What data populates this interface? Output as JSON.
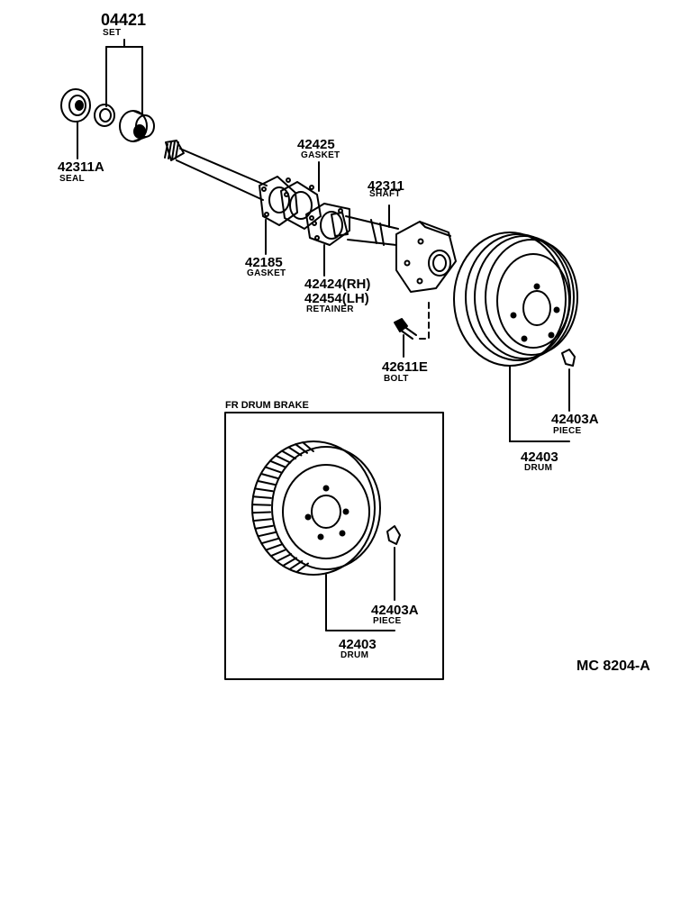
{
  "parts": {
    "set": {
      "number": "04421",
      "name": "SET"
    },
    "seal": {
      "number": "42311A",
      "name": "SEAL"
    },
    "gasket_upper": {
      "number": "42425",
      "name": "GASKET"
    },
    "gasket_lower": {
      "number": "42185",
      "name": "GASKET"
    },
    "shaft": {
      "number": "42311",
      "name": "SHAFT"
    },
    "retainer": {
      "number_rh": "42424(RH)",
      "number_lh": "42454(LH)",
      "name": "RETAINER"
    },
    "bolt": {
      "number": "42611E",
      "name": "BOLT"
    },
    "piece_rear": {
      "number": "42403A",
      "name": "PIECE"
    },
    "drum_rear": {
      "number": "42403",
      "name": "DRUM"
    },
    "piece_front": {
      "number": "42403A",
      "name": "PIECE"
    },
    "drum_front": {
      "number": "42403",
      "name": "DRUM"
    }
  },
  "inset": {
    "title": "FR DRUM BRAKE"
  },
  "diagram_code": "MC 8204-A",
  "colors": {
    "ink": "#000000",
    "paper": "#ffffff"
  }
}
